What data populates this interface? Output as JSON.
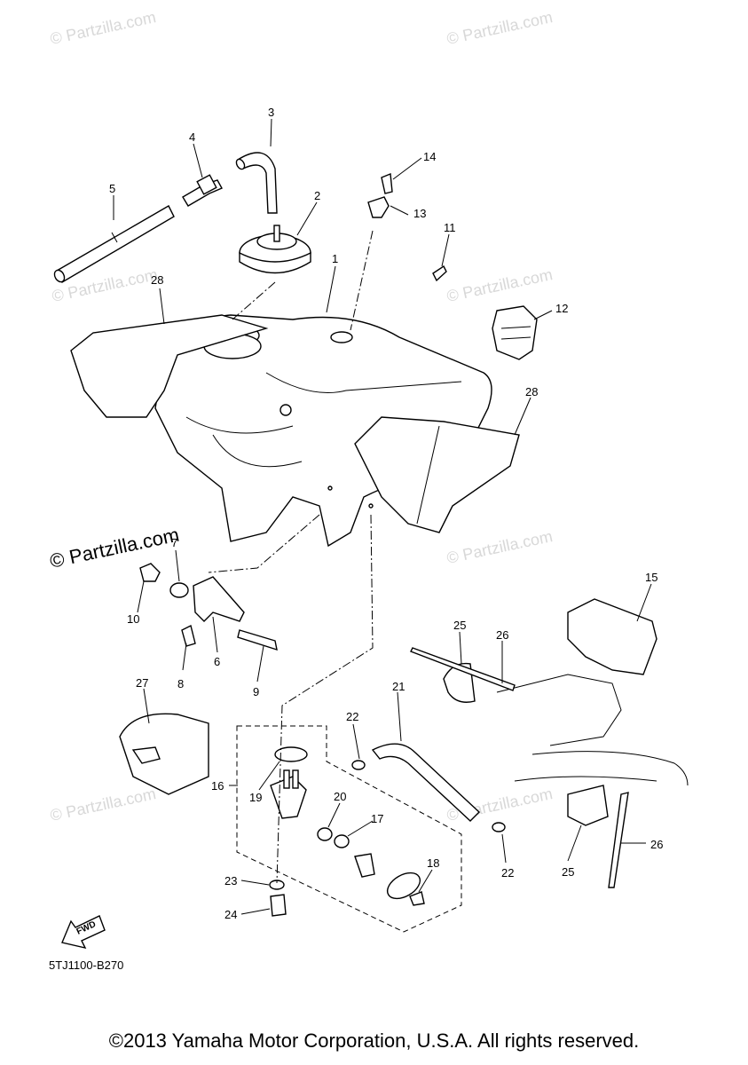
{
  "watermarks": {
    "small": "© Partzilla.com",
    "large": "© Partzilla.com"
  },
  "diagram_code": "5TJ1100-B270",
  "fwd_label": "FWD",
  "copyright": "©2013 Yamaha Motor Corporation, U.S.A. All rights reserved.",
  "callouts": {
    "c1": "1",
    "c2": "2",
    "c3": "3",
    "c4": "4",
    "c5": "5",
    "c6": "6",
    "c7": "7",
    "c8": "8",
    "c9": "9",
    "c10": "10",
    "c11": "11",
    "c12": "12",
    "c13": "13",
    "c14": "14",
    "c15": "15",
    "c16": "16",
    "c17": "17",
    "c18": "18",
    "c19": "19",
    "c20": "20",
    "c21": "21",
    "c22a": "22",
    "c22b": "22",
    "c23": "23",
    "c24": "24",
    "c25a": "25",
    "c25b": "25",
    "c26a": "26",
    "c26b": "26",
    "c27": "27",
    "c28a": "28",
    "c28b": "28"
  }
}
